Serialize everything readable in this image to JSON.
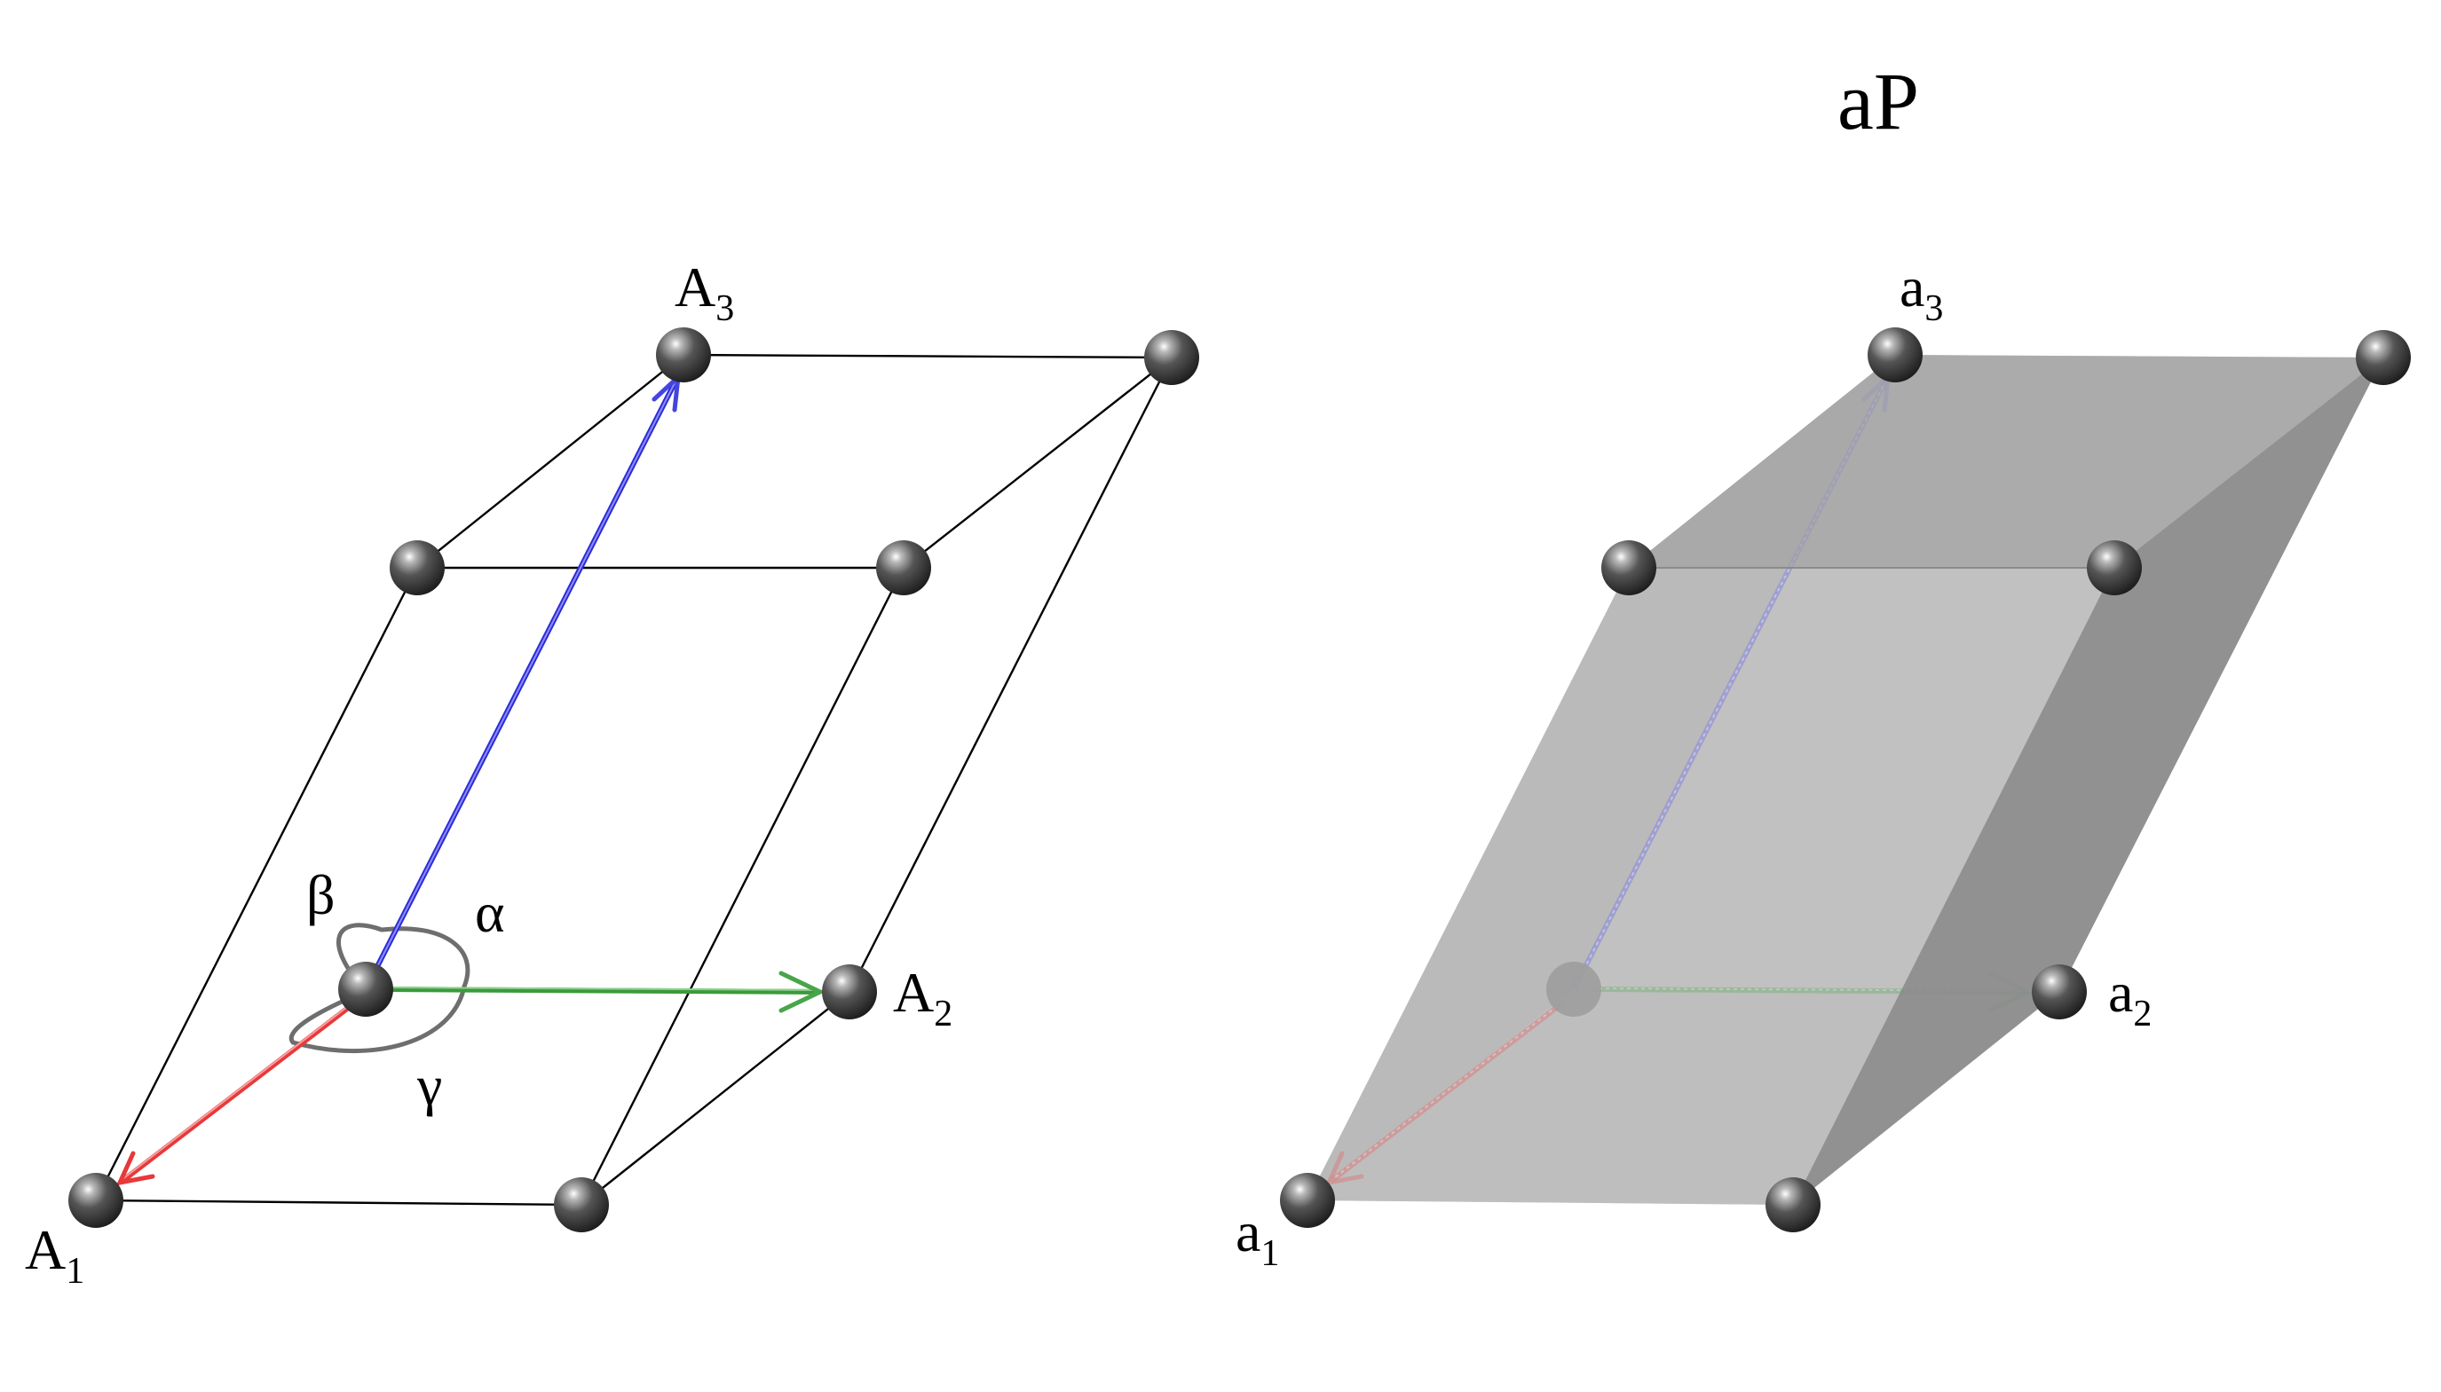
{
  "title": "aP",
  "left_cell": {
    "vectors": [
      {
        "base": "A",
        "sub": "1",
        "color": "#e8393a"
      },
      {
        "base": "A",
        "sub": "2",
        "color": "#3a9a3a"
      },
      {
        "base": "A",
        "sub": "3",
        "color": "#2b2bdc"
      }
    ],
    "angles": [
      {
        "symbol": "α"
      },
      {
        "symbol": "β"
      },
      {
        "symbol": "γ"
      }
    ]
  },
  "right_cell": {
    "vectors": [
      {
        "base": "a",
        "sub": "1",
        "color": "#e8393a"
      },
      {
        "base": "a",
        "sub": "2",
        "color": "#3a9a3a"
      },
      {
        "base": "a",
        "sub": "3",
        "color": "#2b2bdc"
      }
    ]
  },
  "colors": {
    "face_light": "#bdbdbd",
    "face_mid": "#a8a8a8",
    "face_dark": "#8e8e8e",
    "atom": "#3a3a3a",
    "angle_loop": "#6e6e6e"
  }
}
